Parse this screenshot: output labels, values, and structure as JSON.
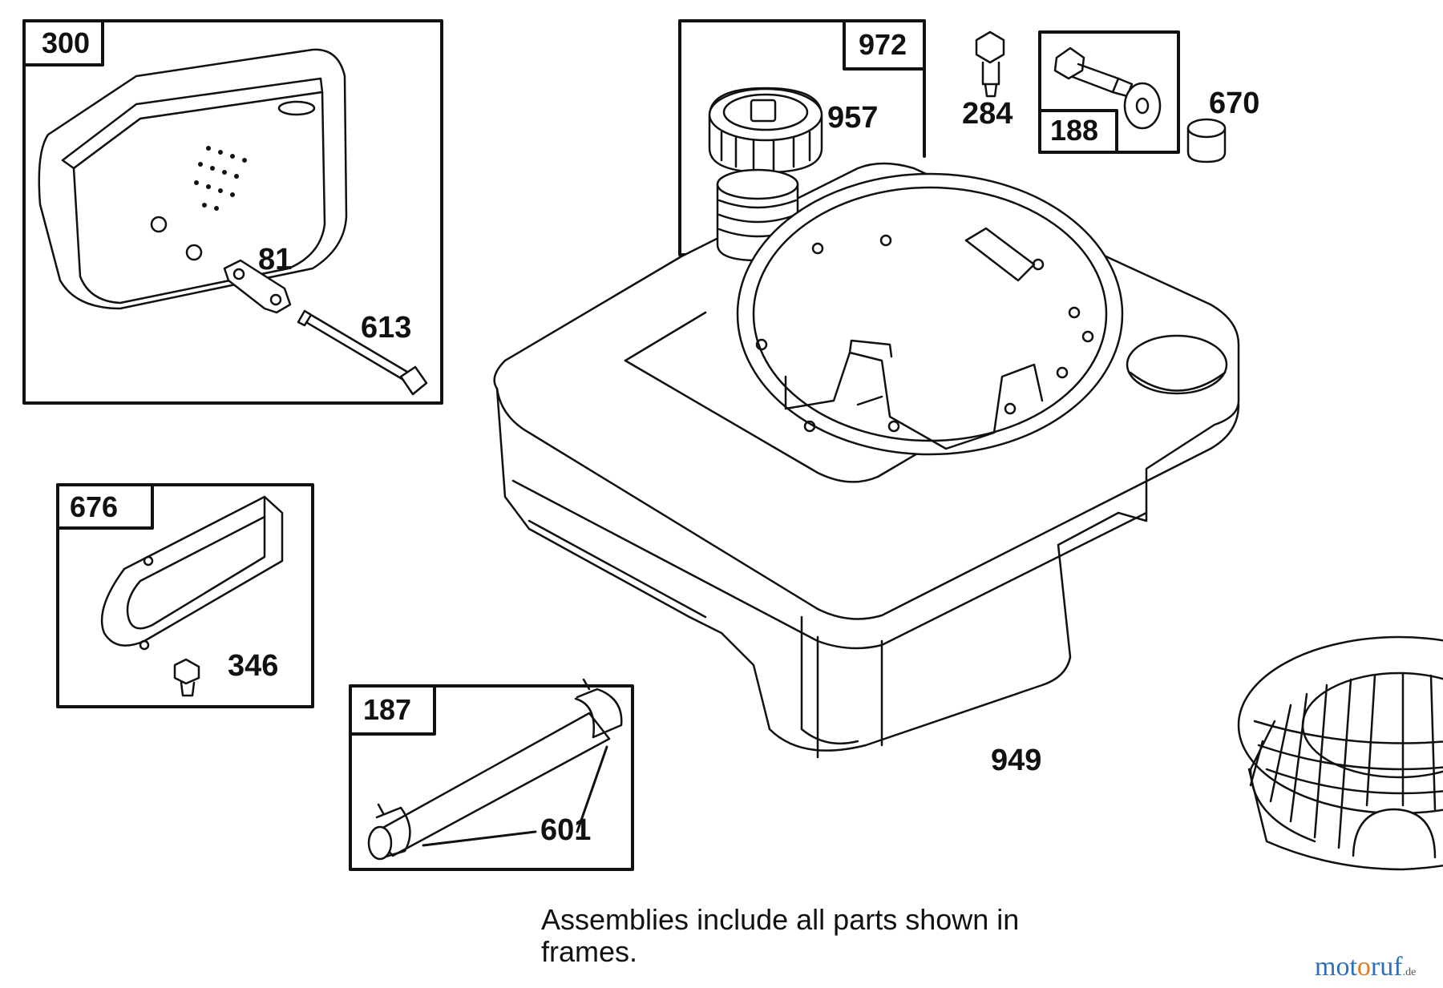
{
  "frames": {
    "muffler_assembly": "300",
    "fuel_cap_assembly": "972",
    "bolt_assembly": "188",
    "guard_assembly": "676",
    "fuel_line_assembly": "187"
  },
  "callouts": {
    "fuel_cap": "957",
    "stud": "284",
    "spacer": "670",
    "lock_plate": "81",
    "muffler_screw": "613",
    "guard_screw": "346",
    "fuel_line_clamps": "601",
    "rewind_screen": "949"
  },
  "note": {
    "line1": "Assemblies include all parts shown in",
    "line2": "frames."
  },
  "watermark": {
    "part1": "mot",
    "part2": "o",
    "part3": "ruf",
    "suffix": ".de"
  }
}
